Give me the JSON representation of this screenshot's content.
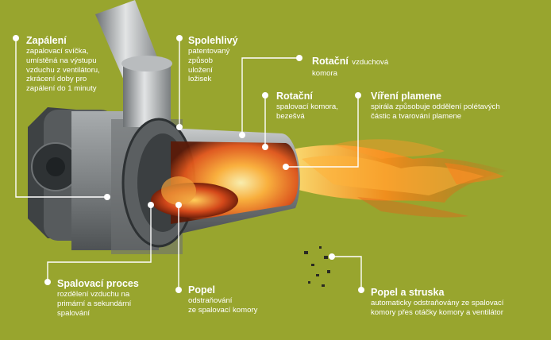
{
  "colors": {
    "background": "#98a52e",
    "label_text": "#ffffff",
    "callout_line": "#ffffff",
    "flame": "#ff8a1a",
    "embers": "#d4481a",
    "metal": "#8f9396"
  },
  "labels": {
    "zapaleni": {
      "title": "Zapálení",
      "desc": [
        "zapalovací svíčka,",
        "umístěná na výstupu",
        "vzduchu z ventilátoru,",
        "zkrácení doby pro",
        "zapálení do 1 minuty"
      ]
    },
    "spolehlivy": {
      "title": "Spolehlivý",
      "desc": [
        "patentovaný",
        "způsob",
        "uložení",
        "ložisek"
      ]
    },
    "rotacni_vzduchova": {
      "title": "Rotační",
      "title_rest": "vzduchová",
      "desc": [
        "komora"
      ]
    },
    "rotacni_spalovaci": {
      "title": "Rotační",
      "desc": [
        "spalovací komora,",
        "bezešvá"
      ]
    },
    "vireni": {
      "title": "Víření plamene",
      "desc": [
        "spirála způsobuje oddělení polétavých",
        "částic a tvarování plamene"
      ]
    },
    "spalovaci_proces": {
      "title": "Spalovací proces",
      "desc": [
        "rozdělení vzduchu na",
        "primární a sekundární",
        "spalování"
      ]
    },
    "popel": {
      "title": "Popel",
      "desc": [
        "odstraňování",
        "ze spalovací komory"
      ]
    },
    "popel_struska": {
      "title": "Popel a struska",
      "desc": [
        "automaticky odstraňovány ze spalovací",
        "komory přes otáčky komory a ventilátor"
      ]
    }
  }
}
